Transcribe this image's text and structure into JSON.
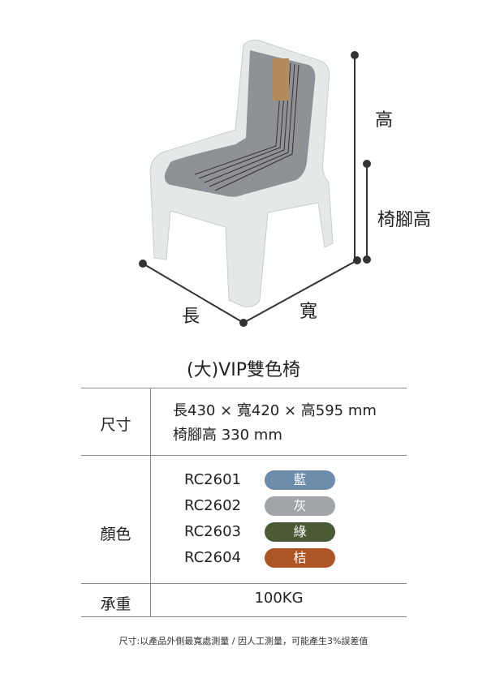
{
  "dimension_labels": {
    "height": "高",
    "leg_height": "椅腳高",
    "length": "長",
    "width": "寬"
  },
  "title": "(大)VIP雙色椅",
  "table": {
    "size": {
      "label": "尺寸",
      "line1": "長430 × 寬420 × 高595 mm",
      "line2": "椅腳高 330 mm"
    },
    "color": {
      "label": "顏色",
      "items": [
        {
          "code": "RC2601",
          "name": "藍",
          "color": "#6b8cab"
        },
        {
          "code": "RC2602",
          "name": "灰",
          "color": "#a1a5a9"
        },
        {
          "code": "RC2603",
          "name": "綠",
          "color": "#4a5a36"
        },
        {
          "code": "RC2604",
          "name": "桔",
          "color": "#ae5527"
        }
      ]
    },
    "load": {
      "label": "承重",
      "value": "100KG"
    }
  },
  "footnote": "尺寸:以產品外側最寬處測量 / 因人工測量，可能產生3%誤差值"
}
